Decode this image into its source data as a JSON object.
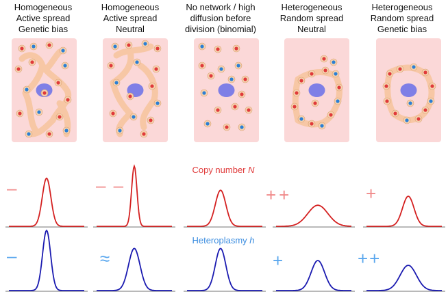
{
  "columns": [
    {
      "title_lines": [
        "Homogeneous",
        "Active spread",
        "Genetic bias"
      ],
      "copy_mark": "–",
      "het_mark": "–"
    },
    {
      "title_lines": [
        "Homogeneous",
        "Active spread",
        "Neutral"
      ],
      "copy_mark": "– –",
      "het_mark": "≈"
    },
    {
      "title_lines": [
        "No network / high",
        "diffusion before",
        "division (binomial)"
      ],
      "copy_mark": "",
      "het_mark": ""
    },
    {
      "title_lines": [
        "Heterogeneous",
        "Random spread",
        "Neutral"
      ],
      "copy_mark": "++",
      "het_mark": "+"
    },
    {
      "title_lines": [
        "Heterogeneous",
        "Random spread",
        "Genetic bias"
      ],
      "copy_mark": "+",
      "het_mark": "++"
    }
  ],
  "rows": {
    "copy_number": {
      "label": "Copy number ",
      "symbol": "N",
      "color": "#e03a3a",
      "mark_color": "#f08a8a"
    },
    "heteroplasmy": {
      "label": "Heteroplasmy ",
      "symbol": "h",
      "color": "#3b8de0",
      "mark_color": "#5aa7ee"
    }
  },
  "colors": {
    "cell_fill": "#fbd8d8",
    "network": "#f7c7a5",
    "nucleus": "#7f7fe6",
    "mito_red": "#e03a3a",
    "mito_blue": "#2a7fd4",
    "curve_red": "#d42020",
    "curve_blue": "#1a1ab0"
  },
  "chart_data": [
    {
      "type": "area",
      "row": "copy_number",
      "column": 1,
      "peak": 0.8,
      "width": 0.45
    },
    {
      "type": "area",
      "row": "copy_number",
      "column": 2,
      "peak": 1.0,
      "width": 0.28
    },
    {
      "type": "area",
      "row": "copy_number",
      "column": 3,
      "peak": 0.6,
      "width": 0.55
    },
    {
      "type": "area",
      "row": "copy_number",
      "column": 4,
      "peak": 0.35,
      "width": 1.05
    },
    {
      "type": "area",
      "row": "copy_number",
      "column": 5,
      "peak": 0.5,
      "width": 0.6
    },
    {
      "type": "area",
      "row": "heteroplasmy",
      "column": 1,
      "peak": 1.0,
      "width": 0.42
    },
    {
      "type": "area",
      "row": "heteroplasmy",
      "column": 2,
      "peak": 0.7,
      "width": 0.6
    },
    {
      "type": "area",
      "row": "heteroplasmy",
      "column": 3,
      "peak": 0.7,
      "width": 0.55
    },
    {
      "type": "area",
      "row": "heteroplasmy",
      "column": 4,
      "peak": 0.5,
      "width": 0.7
    },
    {
      "type": "area",
      "row": "heteroplasmy",
      "column": 5,
      "peak": 0.42,
      "width": 0.85
    }
  ]
}
